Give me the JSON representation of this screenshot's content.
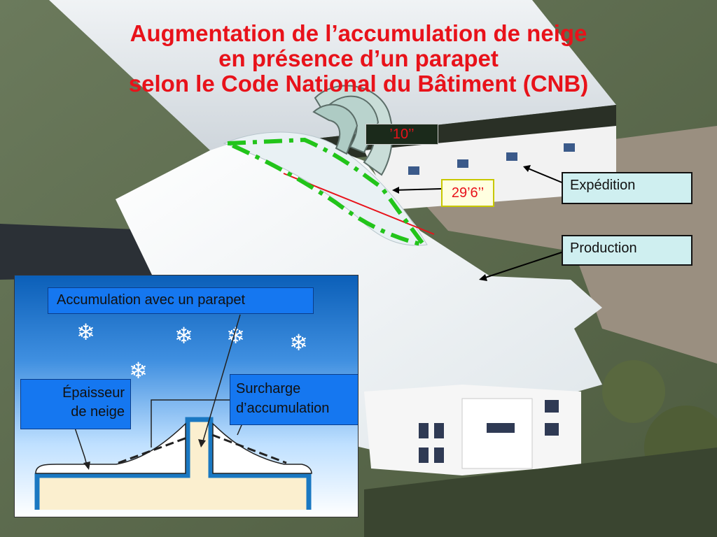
{
  "title": {
    "line1": "Augmentation de l’accumulation de neige",
    "line2": "en présence d’un parapet",
    "line3": "selon le Code National du Bâtiment (CNB)"
  },
  "labels": {
    "expedition": "Expédition",
    "production": "Production",
    "dim_slope": "29’6’’",
    "dim_top": "’10’’"
  },
  "inset": {
    "accumulation_label": "Accumulation avec un parapet",
    "snow_depth_line1": "Épaisseur",
    "snow_depth_line2": "de neige",
    "surcharge_line1": "Surcharge",
    "surcharge_line2": "d’accumulation"
  },
  "colors": {
    "title_red": "#e8121a",
    "label_fill": "#cfeff0",
    "inset_label_blue": "#1577f0",
    "drift_green": "#22c41a"
  }
}
